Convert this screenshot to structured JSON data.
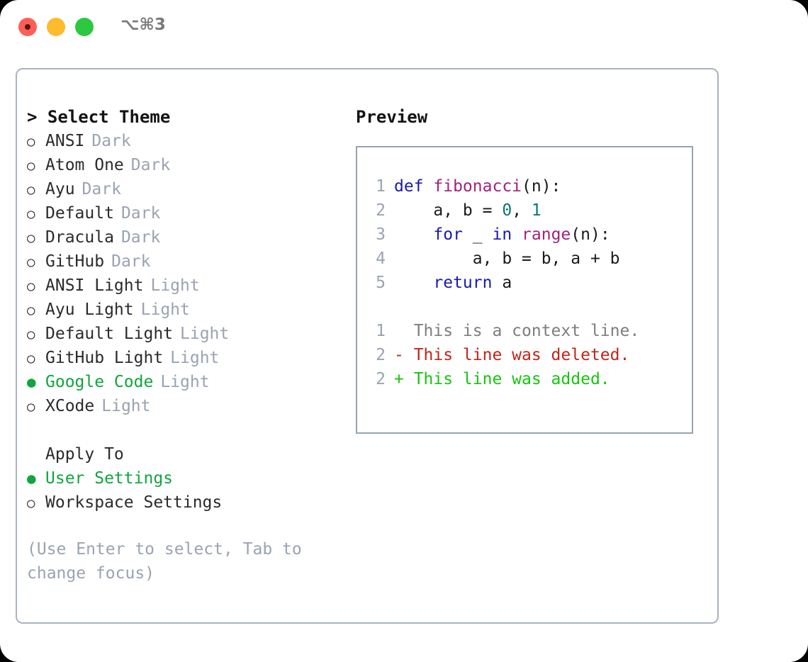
{
  "titlebar": {
    "shortcut": "⌥⌘3",
    "buttons": [
      "close",
      "minimize",
      "maximize"
    ]
  },
  "theme_picker": {
    "heading": "> Select Theme",
    "bullet_unselected": "○",
    "bullet_selected": "●",
    "items": [
      {
        "name": "ANSI",
        "suffix": "Dark",
        "selected": false
      },
      {
        "name": "Atom One",
        "suffix": "Dark",
        "selected": false
      },
      {
        "name": "Ayu",
        "suffix": "Dark",
        "selected": false
      },
      {
        "name": "Default",
        "suffix": "Dark",
        "selected": false
      },
      {
        "name": "Dracula",
        "suffix": "Dark",
        "selected": false
      },
      {
        "name": "GitHub",
        "suffix": "Dark",
        "selected": false
      },
      {
        "name": "ANSI Light",
        "suffix": "Light",
        "selected": false
      },
      {
        "name": "Ayu Light",
        "suffix": "Light",
        "selected": false
      },
      {
        "name": "Default Light",
        "suffix": "Light",
        "selected": false
      },
      {
        "name": "GitHub Light",
        "suffix": "Light",
        "selected": false
      },
      {
        "name": "Google Code",
        "suffix": "Light",
        "selected": true
      },
      {
        "name": "XCode",
        "suffix": "Light",
        "selected": false
      }
    ]
  },
  "apply_to": {
    "title": "Apply To",
    "items": [
      {
        "name": "User Settings",
        "selected": true
      },
      {
        "name": "Workspace Settings",
        "selected": false
      }
    ]
  },
  "hint": "(Use Enter to select, Tab to\nchange focus)",
  "preview": {
    "title": "Preview",
    "code_lines": [
      {
        "lineno": "1",
        "tokens": [
          {
            "text": "def ",
            "type": "kw"
          },
          {
            "text": "fibonacci",
            "type": "fn"
          },
          {
            "text": "(n):",
            "type": "pl"
          }
        ]
      },
      {
        "lineno": "2",
        "tokens": [
          {
            "text": "    a, b = ",
            "type": "pl"
          },
          {
            "text": "0",
            "type": "num"
          },
          {
            "text": ", ",
            "type": "pl"
          },
          {
            "text": "1",
            "type": "num"
          }
        ]
      },
      {
        "lineno": "3",
        "tokens": [
          {
            "text": "    ",
            "type": "pl"
          },
          {
            "text": "for",
            "type": "kw"
          },
          {
            "text": " _ ",
            "type": "pl"
          },
          {
            "text": "in",
            "type": "kw"
          },
          {
            "text": " ",
            "type": "pl"
          },
          {
            "text": "range",
            "type": "fn"
          },
          {
            "text": "(n):",
            "type": "pl"
          }
        ]
      },
      {
        "lineno": "4",
        "tokens": [
          {
            "text": "        a, b = b, a + b",
            "type": "pl"
          }
        ]
      },
      {
        "lineno": "5",
        "tokens": [
          {
            "text": "    ",
            "type": "pl"
          },
          {
            "text": "return",
            "type": "kw"
          },
          {
            "text": " a",
            "type": "pl"
          }
        ]
      }
    ],
    "diff_lines": [
      {
        "lineno": "1",
        "marker": " ",
        "text": " This is a context line.",
        "kind": "ctx"
      },
      {
        "lineno": "2",
        "marker": "-",
        "text": " This line was deleted.",
        "kind": "del"
      },
      {
        "lineno": "2",
        "marker": "+",
        "text": " This line was added.",
        "kind": "add"
      }
    ]
  },
  "colors": {
    "selected_green": "#10a53d",
    "muted_grey": "#9aa3b2",
    "border": "#aab3c2",
    "keyword_blue": "#1a1aab",
    "function_magenta": "#a0237a",
    "number_teal": "#0b7575",
    "diff_deleted_red": "#c0251a",
    "diff_added_green": "#16c60c",
    "diff_context_grey": "#7e7e7e"
  }
}
